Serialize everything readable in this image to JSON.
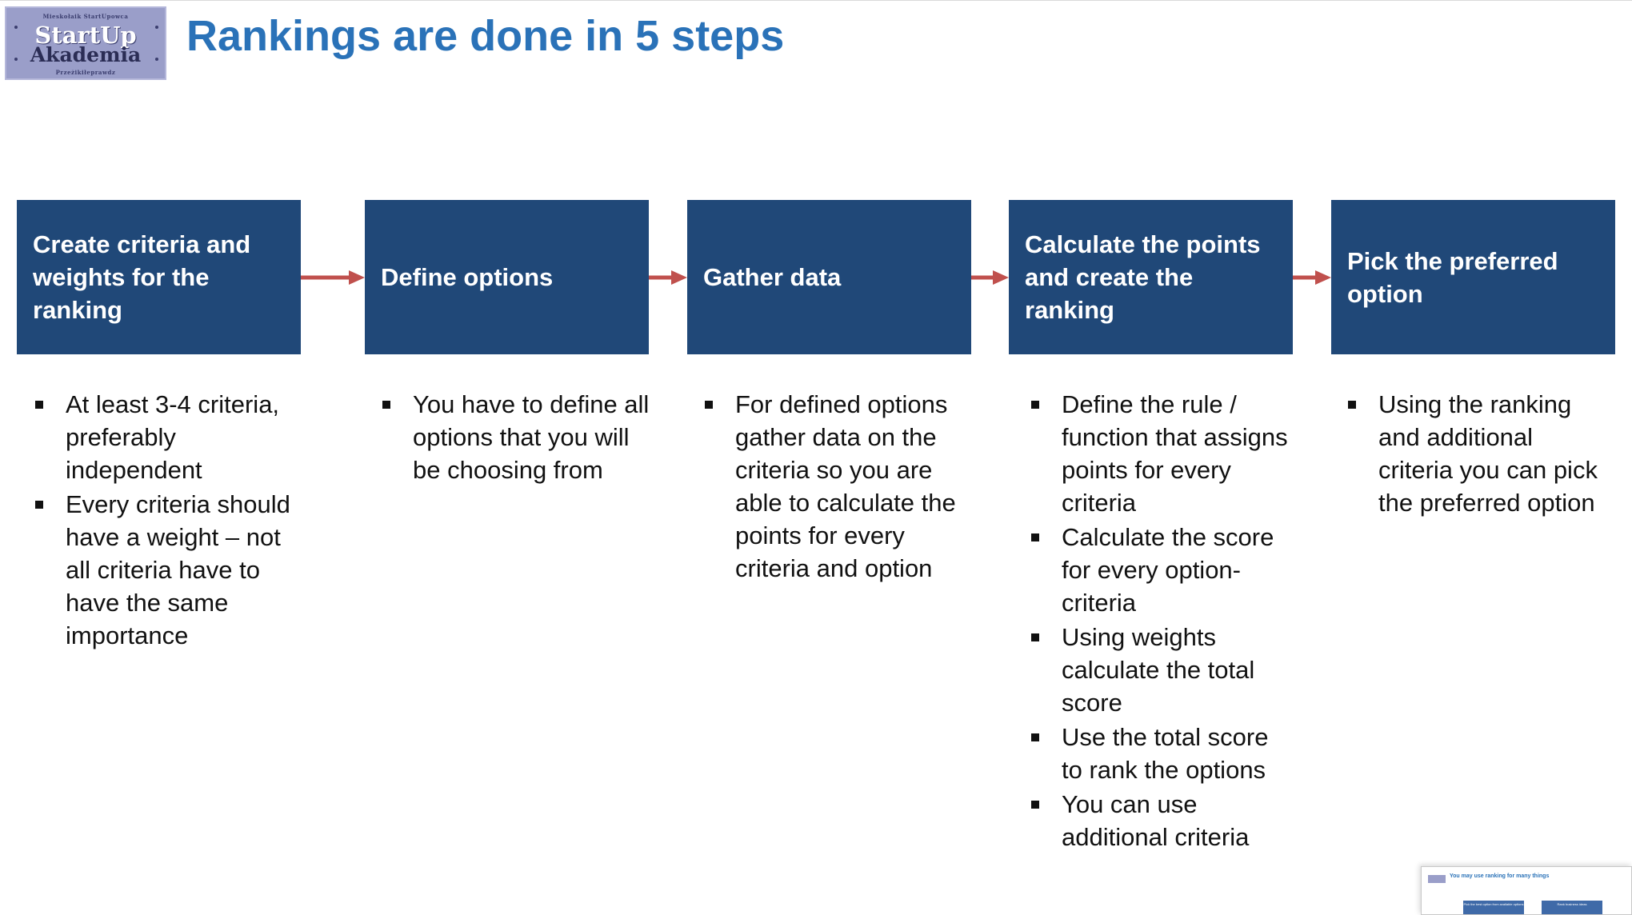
{
  "logo": {
    "top_text": "Mieskołaik StartUpowca",
    "line1": "StartUp",
    "line2": "Akademia",
    "bottom_text": "Przeżikiłeprawdz"
  },
  "slide": {
    "title": "Rankings are done in 5 steps"
  },
  "colors": {
    "title": "#2a72b8",
    "box_fill": "#204878",
    "arrow": "#c0504d",
    "bullet_text": "#111111"
  },
  "steps": [
    {
      "label": "Create criteria and weights for the ranking",
      "bullets": [
        "At least 3-4 criteria, preferably independent",
        "Every criteria should have a weight – not all criteria have to have the same importance"
      ]
    },
    {
      "label": "Define options",
      "bullets": [
        "You have to define all options that you will be choosing from"
      ]
    },
    {
      "label": "Gather data",
      "bullets": [
        "For defined options gather data on the criteria so you are able to calculate the points for every criteria and option"
      ]
    },
    {
      "label": "Calculate the points and create the ranking",
      "bullets": [
        "Define the rule / function that assigns points for every criteria",
        "Calculate the score for every option-criteria",
        "Using weights calculate the total score",
        "Use the total score to rank the options",
        "You can use additional criteria"
      ]
    },
    {
      "label": "Pick the preferred option",
      "bullets": [
        "Using the ranking and additional criteria you can pick the preferred option"
      ]
    }
  ],
  "thumbnail": {
    "title": "You may use ranking for many things",
    "box1": "Pick the best option from available options",
    "box2": "Rank business ideas"
  }
}
